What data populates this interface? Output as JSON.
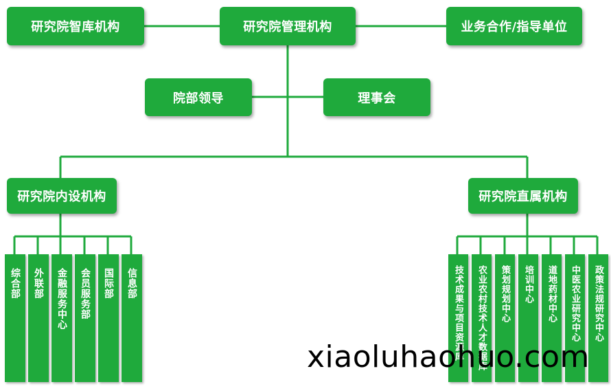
{
  "nodes": {
    "think_tank": "研究院智库机构",
    "management": "研究院管理机构",
    "partners": "业务合作/指导单位",
    "leadership": "院部领导",
    "council": "理事会",
    "internal": "研究院内设机构",
    "affiliated": "研究院直属机构"
  },
  "internal_depts": [
    "综合部",
    "外联部",
    "金融服务中心",
    "会员服务部",
    "国际部",
    "信息部"
  ],
  "affiliated_units": [
    "技术成果与项目资源库",
    "农业农村技术人才数据库",
    "策划规划中心",
    "培训中心",
    "道地药材中心",
    "中医农业研究中心",
    "政策法规研究中心"
  ],
  "watermark": "xiaoluhaohuo.com",
  "colors": {
    "box": "#1faa3c",
    "line": "#1faa3c",
    "text": "#ffffff"
  }
}
